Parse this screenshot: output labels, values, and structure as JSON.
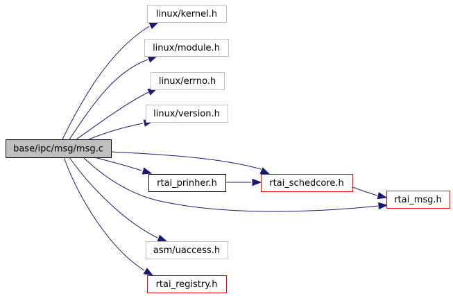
{
  "diagram": {
    "colors": {
      "edge": "#191970",
      "root_fill": "#bfbfbf",
      "grey_border": "#bfbfbf",
      "black_border": "#000000",
      "red_border": "#ff0000"
    },
    "nodes": [
      {
        "id": "msg_c",
        "label": "base/ipc/msg/msg.c",
        "style": "root"
      },
      {
        "id": "kernel_h",
        "label": "linux/kernel.h",
        "style": "grey"
      },
      {
        "id": "module_h",
        "label": "linux/module.h",
        "style": "grey"
      },
      {
        "id": "errno_h",
        "label": "linux/errno.h",
        "style": "grey"
      },
      {
        "id": "version_h",
        "label": "linux/version.h",
        "style": "grey"
      },
      {
        "id": "prinher_h",
        "label": "rtai_prinher.h",
        "style": "black"
      },
      {
        "id": "schedcore_h",
        "label": "rtai_schedcore.h",
        "style": "red"
      },
      {
        "id": "rtai_msg_h",
        "label": "rtai_msg.h",
        "style": "red"
      },
      {
        "id": "uaccess_h",
        "label": "asm/uaccess.h",
        "style": "grey"
      },
      {
        "id": "registry_h",
        "label": "rtai_registry.h",
        "style": "red"
      }
    ],
    "edges": [
      {
        "from": "msg_c",
        "to": "kernel_h"
      },
      {
        "from": "msg_c",
        "to": "module_h"
      },
      {
        "from": "msg_c",
        "to": "errno_h"
      },
      {
        "from": "msg_c",
        "to": "version_h"
      },
      {
        "from": "msg_c",
        "to": "schedcore_h"
      },
      {
        "from": "msg_c",
        "to": "prinher_h"
      },
      {
        "from": "msg_c",
        "to": "rtai_msg_h"
      },
      {
        "from": "msg_c",
        "to": "uaccess_h"
      },
      {
        "from": "msg_c",
        "to": "registry_h"
      },
      {
        "from": "prinher_h",
        "to": "schedcore_h"
      },
      {
        "from": "schedcore_h",
        "to": "rtai_msg_h"
      }
    ]
  }
}
